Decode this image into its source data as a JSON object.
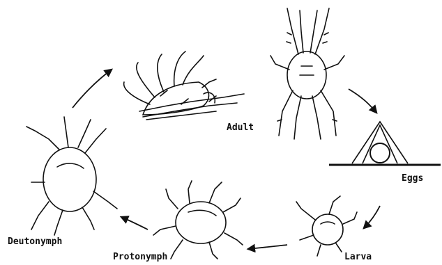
{
  "stages": {
    "adult": "Adult",
    "eggs": "Eggs",
    "larva": "Larva",
    "protonymph": "Protonymph",
    "deutonymph": "Deutonymph"
  },
  "colors": {
    "ink": "#111111",
    "background": "#ffffff"
  }
}
